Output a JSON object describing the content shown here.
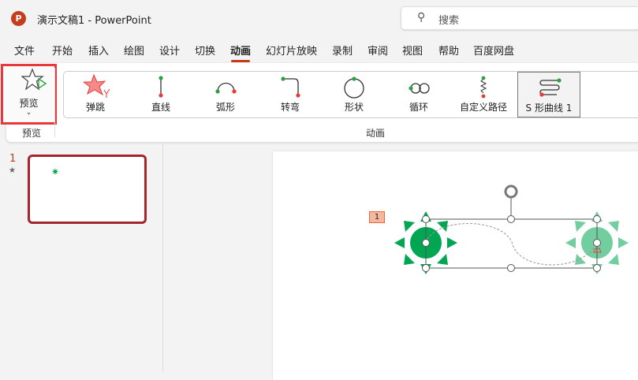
{
  "titlebar": {
    "logo": "P",
    "title": "演示文稿1  -  PowerPoint",
    "search_placeholder": "搜索"
  },
  "tabs": [
    "文件",
    "开始",
    "插入",
    "绘图",
    "设计",
    "切换",
    "动画",
    "幻灯片放映",
    "录制",
    "审阅",
    "视图",
    "帮助",
    "百度网盘"
  ],
  "active_tab": "动画",
  "ribbon": {
    "preview": {
      "label": "预览",
      "group_label": "预览"
    },
    "animations": [
      {
        "label": "弹跳",
        "icon": "bounce-icon"
      },
      {
        "label": "直线",
        "icon": "line-path-icon"
      },
      {
        "label": "弧形",
        "icon": "arc-path-icon"
      },
      {
        "label": "转弯",
        "icon": "turn-path-icon"
      },
      {
        "label": "形状",
        "icon": "shape-path-icon"
      },
      {
        "label": "循环",
        "icon": "loop-path-icon"
      },
      {
        "label": "自定义路径",
        "icon": "custom-path-icon"
      },
      {
        "label": "S 形曲线 1",
        "icon": "s-curve-icon",
        "selected": true
      }
    ],
    "group_label": "动画"
  },
  "slides_pane": {
    "slide_number": "1",
    "star": "★"
  },
  "slide": {
    "animation_tag": "1"
  },
  "colors": {
    "accent": "#c43e1c",
    "green": "#00a651",
    "start_dot": "#2ea043",
    "end_dot": "#e83a3a"
  }
}
